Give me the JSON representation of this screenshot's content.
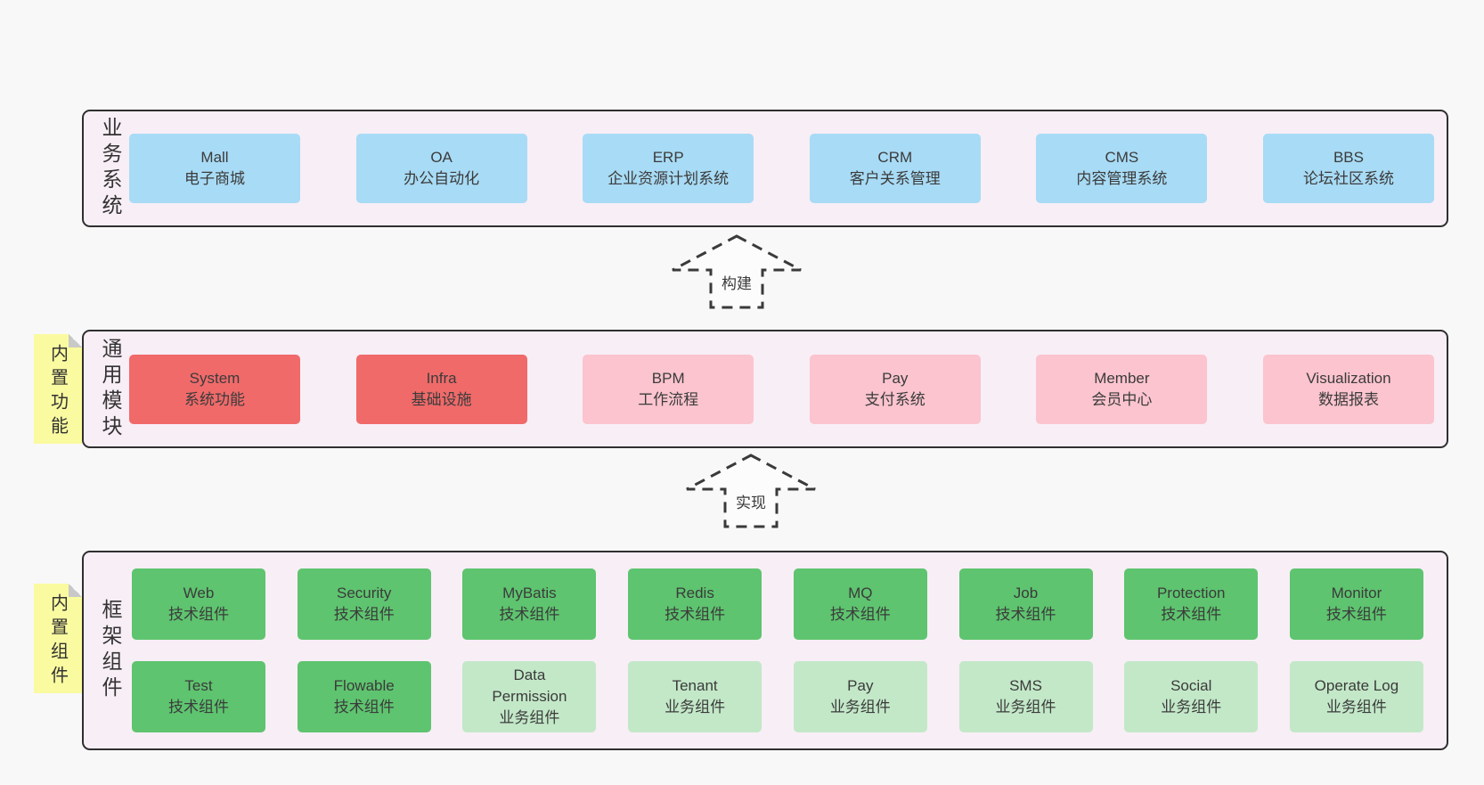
{
  "colors": {
    "page_bg": "#f8f8f8",
    "band_bg": "#f8eef6",
    "band_border": "#2f2f2f",
    "box_blue": "#a8dbf5",
    "box_red": "#f06a6a",
    "box_pink": "#fbc4ce",
    "box_green": "#5ec46f",
    "box_green_light": "#c3e8c8",
    "note_yellow": "#fafaa0",
    "text": "#3b3b3b"
  },
  "arrows": [
    {
      "label": "构建"
    },
    {
      "label": "实现"
    }
  ],
  "bands": [
    {
      "label": "业务系统",
      "boxes": [
        {
          "name": "Mall",
          "desc": "电子商城"
        },
        {
          "name": "OA",
          "desc": "办公自动化"
        },
        {
          "name": "ERP",
          "desc": "企业资源计划系统"
        },
        {
          "name": "CRM",
          "desc": "客户关系管理"
        },
        {
          "name": "CMS",
          "desc": "内容管理系统"
        },
        {
          "name": "BBS",
          "desc": "论坛社区系统"
        }
      ]
    },
    {
      "label": "通用模块",
      "note": "内置功能",
      "boxes": [
        {
          "name": "System",
          "desc": "系统功能"
        },
        {
          "name": "Infra",
          "desc": "基础设施"
        },
        {
          "name": "BPM",
          "desc": "工作流程"
        },
        {
          "name": "Pay",
          "desc": "支付系统"
        },
        {
          "name": "Member",
          "desc": "会员中心"
        },
        {
          "name": "Visualization",
          "desc": "数据报表"
        }
      ]
    },
    {
      "label": "框架组件",
      "note": "内置组件",
      "rows": [
        [
          {
            "name": "Web",
            "desc": "技术组件"
          },
          {
            "name": "Security",
            "desc": "技术组件"
          },
          {
            "name": "MyBatis",
            "desc": "技术组件"
          },
          {
            "name": "Redis",
            "desc": "技术组件"
          },
          {
            "name": "MQ",
            "desc": "技术组件"
          },
          {
            "name": "Job",
            "desc": "技术组件"
          },
          {
            "name": "Protection",
            "desc": "技术组件"
          },
          {
            "name": "Monitor",
            "desc": "技术组件"
          }
        ],
        [
          {
            "name": "Test",
            "desc": "技术组件"
          },
          {
            "name": "Flowable",
            "desc": "技术组件"
          },
          {
            "name": "Data Permission",
            "desc": "业务组件"
          },
          {
            "name": "Tenant",
            "desc": "业务组件"
          },
          {
            "name": "Pay",
            "desc": "业务组件"
          },
          {
            "name": "SMS",
            "desc": "业务组件"
          },
          {
            "name": "Social",
            "desc": "业务组件"
          },
          {
            "name": "Operate Log",
            "desc": "业务组件"
          }
        ]
      ]
    }
  ]
}
